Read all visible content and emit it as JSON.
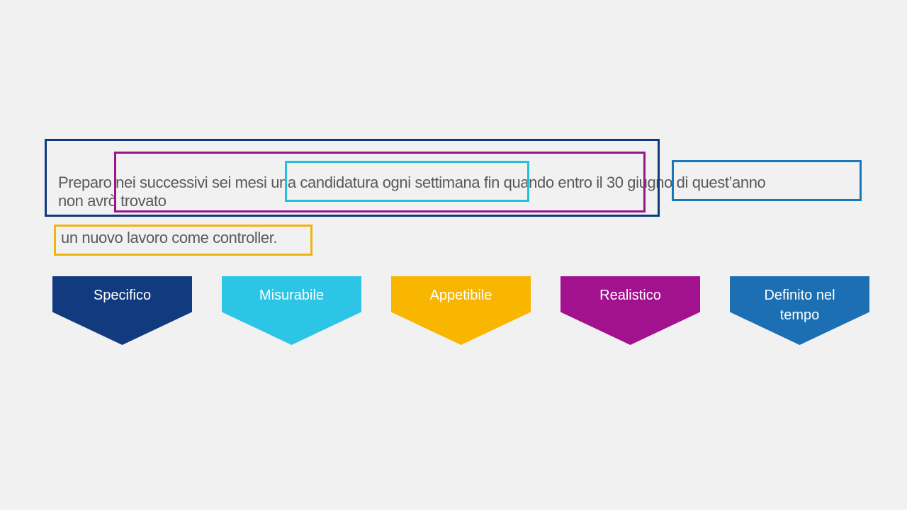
{
  "colors": {
    "background": "#F1F1F2",
    "sentence_text": "#595959",
    "banner_text": "#FFFFFF",
    "highlight_navy": "#0E3B7D",
    "highlight_magenta": "#9C1587",
    "highlight_cyan": "#1FC1DD",
    "highlight_blue": "#1B78B8",
    "highlight_yellow": "#F0B310"
  },
  "sentence": {
    "line1": "Preparo nei successivi sei mesi una candidatura ogni settimana fin quando entro il 30 giugno di quest’anno",
    "line2": "non avrò trovato",
    "line3": "un nuovo lavoro come controller."
  },
  "banners": [
    {
      "label": "Specifico",
      "color": "#123A7E"
    },
    {
      "label": "Misurabile",
      "color": "#2CC5E5"
    },
    {
      "label": "Appetibile",
      "color": "#F8B600"
    },
    {
      "label": "Realistico",
      "color": "#A3128E"
    },
    {
      "label": "Definito nel tempo",
      "color": "#1C6FB2"
    }
  ]
}
